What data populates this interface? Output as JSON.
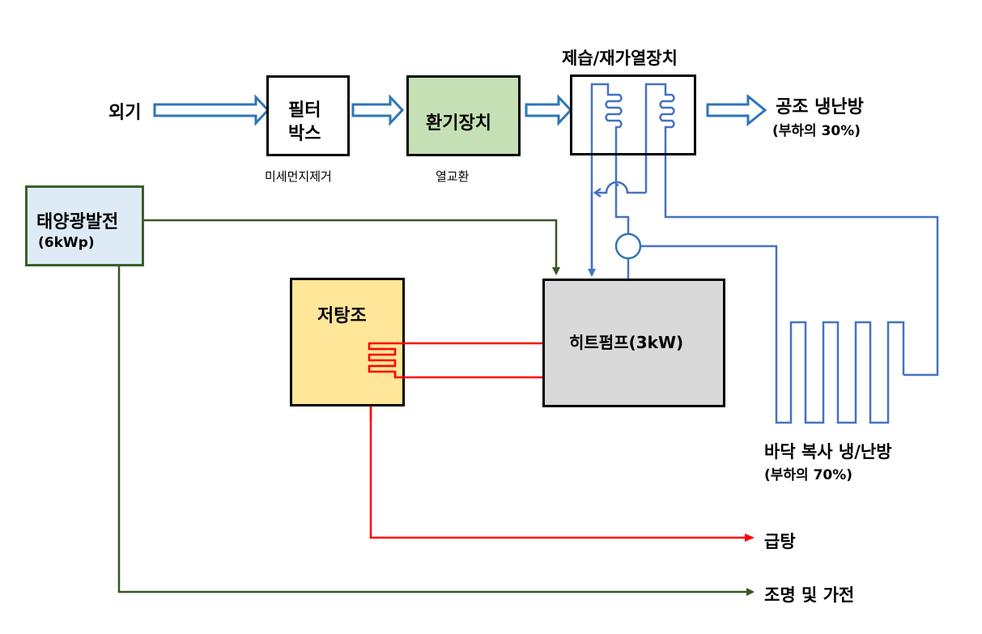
{
  "labels": {
    "outside_air": "외기",
    "filter_box_line1": "필터",
    "filter_box_line2": "박스",
    "filter_caption": "미세먼지제거",
    "ventilator": "환기장치",
    "ventilator_caption": "열교환",
    "dehumid_reheat": "제습/재가열장치",
    "ac_output_line1": "공조 냉난방",
    "ac_output_line2": "(부하의 30%)",
    "solar_line1": "태양광발전",
    "solar_line2": "(6kWp)",
    "storage_tank": "저탕조",
    "heat_pump": "히트펌프(3kW)",
    "floor_line1": "바닥 복사 냉/난방",
    "floor_line2": "(부하의 70%)",
    "hot_water": "급탕",
    "lighting": "조명 및 가전"
  },
  "colors": {
    "air_arrow": "#2e75b6",
    "water_pipe": "#4472c4",
    "power_line": "#375623",
    "hot_line": "#ff0000",
    "ventilator_fill": "#c5e0b4",
    "solar_fill": "#deebf7",
    "solar_border": "#3a5f28",
    "tank_fill": "#ffe699",
    "heatpump_fill": "#d9d9d9"
  }
}
